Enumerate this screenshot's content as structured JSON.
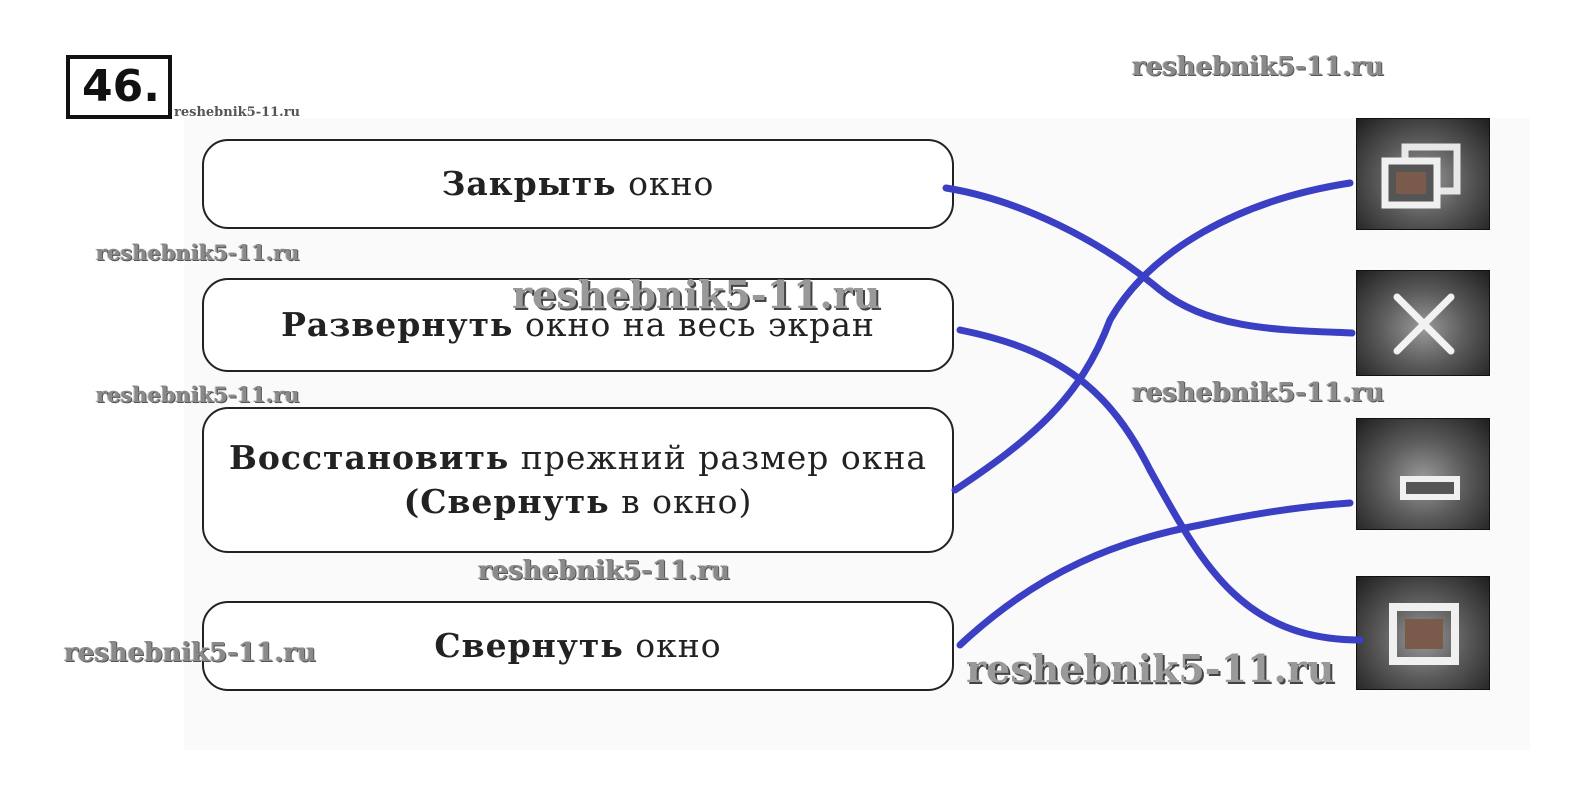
{
  "task": {
    "number": "46."
  },
  "labels": [
    {
      "bold": "Закрыть",
      "rest": " окно"
    },
    {
      "bold": "Развернуть",
      "rest": " окно на весь экран"
    },
    {
      "bold": "Восстановить",
      "rest": " прежний размер окна ",
      "bold2": "(Свернуть",
      "rest2": " в окно)"
    },
    {
      "bold": "Свернуть",
      "rest": " окно"
    }
  ],
  "icons": [
    {
      "name": "restore-icon"
    },
    {
      "name": "close-icon"
    },
    {
      "name": "minimize-icon"
    },
    {
      "name": "maximize-icon"
    }
  ],
  "matches": [
    {
      "label": "Закрыть окно",
      "icon": "close-icon"
    },
    {
      "label": "Развернуть окно на весь экран",
      "icon": "maximize-icon"
    },
    {
      "label": "Восстановить прежний размер окна (Свернуть в окно)",
      "icon": "restore-icon"
    },
    {
      "label": "Свернуть окно",
      "icon": "minimize-icon"
    }
  ],
  "line_color": "#3a3fc4",
  "watermark": "reshebnik5-11.ru"
}
